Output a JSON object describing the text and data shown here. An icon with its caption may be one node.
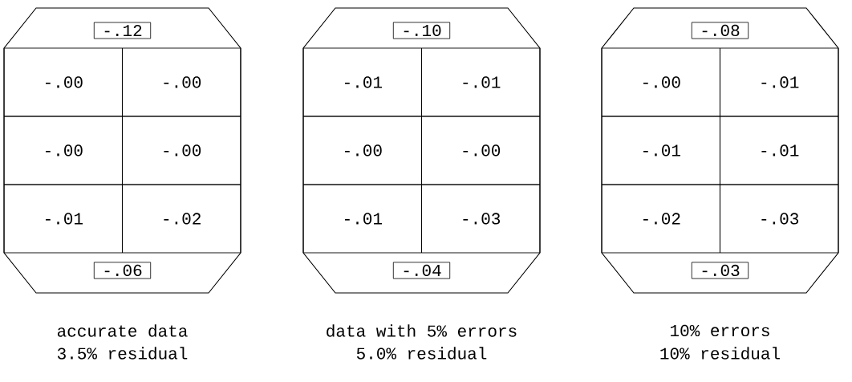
{
  "diagram": {
    "nodes": [
      {
        "text": [],
        "shape": "box",
        "beside": [
          "accurate data",
          "3.5% residual"
        ]
      },
      {
        "text": [
          "-.12"
        ],
        "in": 0
      },
      {
        "text": [
          "-.00"
        ],
        "in": 0
      },
      {
        "text": [
          "-.00"
        ],
        "in": 0
      },
      {
        "text": [
          "-.00"
        ],
        "in": 0
      },
      {
        "text": [
          "-.00"
        ],
        "in": 0
      },
      {
        "text": [
          "-.01"
        ],
        "in": 0
      },
      {
        "text": [
          "-.02"
        ],
        "in": 0
      },
      {
        "text": [
          "-.06"
        ],
        "in": 0
      },
      {
        "text": [],
        "shape": "box",
        "beside": [
          "data with 5% errors",
          "5.0% residual"
        ]
      },
      {
        "text": [
          "-.10"
        ],
        "in": 9
      },
      {
        "text": [
          "-.01"
        ],
        "in": 9
      },
      {
        "text": [
          "-.01"
        ],
        "in": 9
      },
      {
        "text": [
          "-.00"
        ],
        "in": 9
      },
      {
        "text": [
          "-.00"
        ],
        "in": 9
      },
      {
        "text": [
          "-.01"
        ],
        "in": 9
      },
      {
        "text": [
          "-.03"
        ],
        "in": 9
      },
      {
        "text": [
          "-.04"
        ],
        "in": 9
      },
      {
        "text": [],
        "shape": "box",
        "beside": [
          "10% errors",
          "10% residual"
        ]
      },
      {
        "text": [
          "-.08"
        ],
        "in": 18
      },
      {
        "text": [
          "-.00"
        ],
        "in": 18
      },
      {
        "text": [
          "-.01"
        ],
        "in": 18
      },
      {
        "text": [
          "-.01"
        ],
        "in": 18
      },
      {
        "text": [
          "-.01"
        ],
        "in": 18
      },
      {
        "text": [
          "-.02"
        ],
        "in": 18
      },
      {
        "text": [
          "-.03"
        ],
        "in": 18
      },
      {
        "text": [
          "-.03"
        ],
        "in": 18
      }
    ]
  }
}
